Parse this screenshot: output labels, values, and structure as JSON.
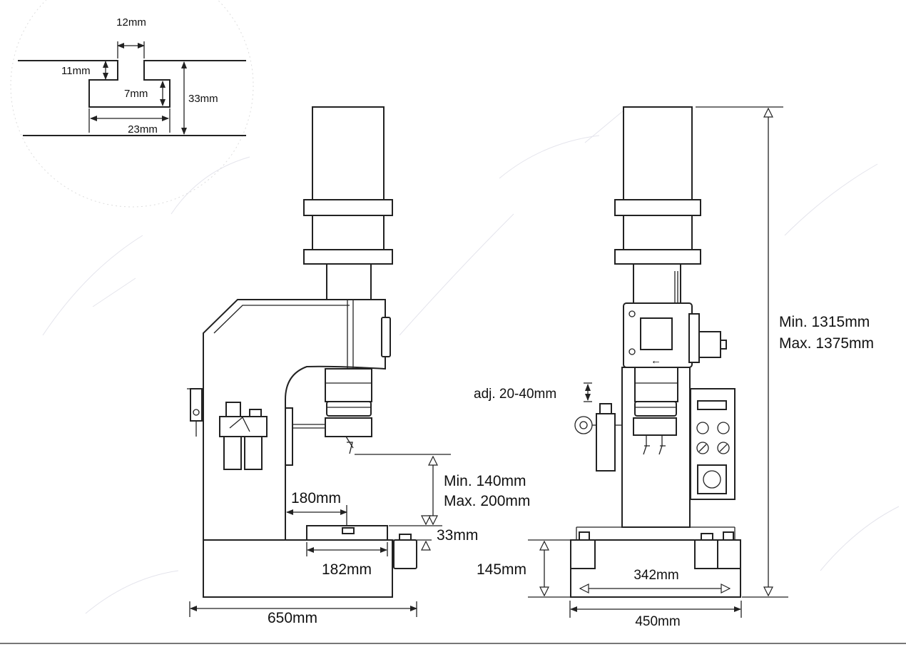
{
  "slot_detail": {
    "width_top": "12mm",
    "depth_top": "11mm",
    "depth_inner": "7mm",
    "total_depth": "33mm",
    "width_bottom": "23mm"
  },
  "side_view": {
    "overall_width": "650mm",
    "throat_depth": "180mm",
    "table_width": "182mm",
    "stroke_gap_min": "Min.  140mm",
    "stroke_gap_max": "Max. 200mm",
    "table_height": "33mm"
  },
  "front_view": {
    "adjustment": "adj. 20-40mm",
    "base_height": "145mm",
    "base_inner_width": "342mm",
    "overall_width": "450mm",
    "height_min": "Min.  1315mm",
    "height_max": "Max. 1375mm",
    "direction_arrow": "←"
  }
}
